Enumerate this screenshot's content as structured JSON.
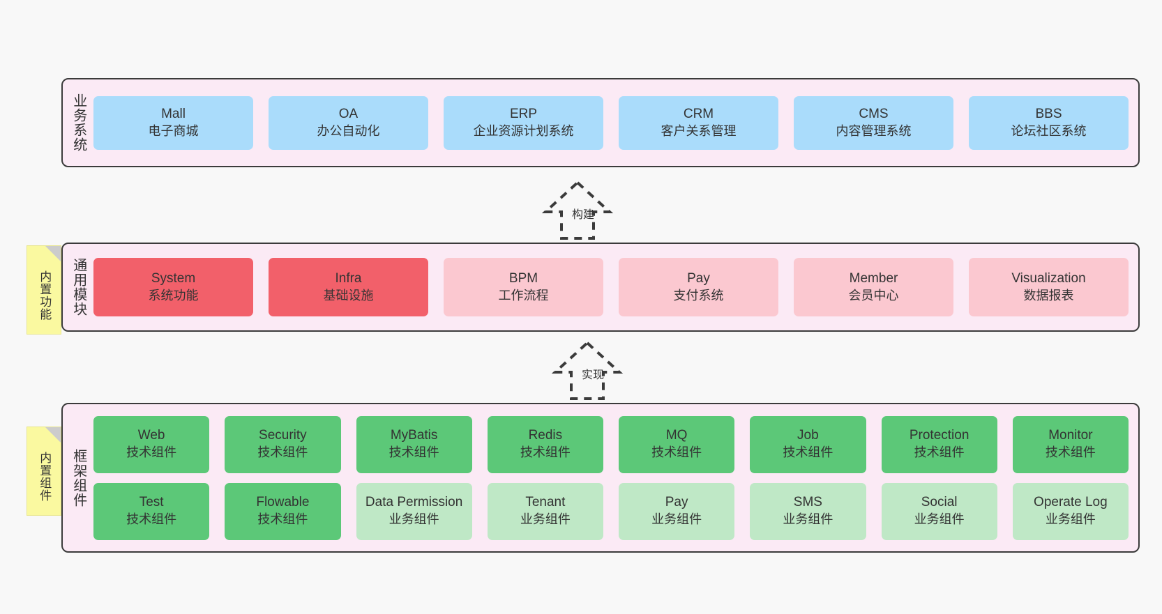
{
  "diagram": {
    "title_layers": [
      "业务系统",
      "通用模块",
      "框架组件"
    ],
    "background": "#f8f8f8",
    "frame_fill": "#fbeaf5",
    "frame_stroke": "#3b3b3b"
  },
  "layer_business": {
    "caption": "业务系统",
    "node_color": "#aadcfb",
    "nodes": [
      {
        "en": "Mall",
        "cn": "电子商城"
      },
      {
        "en": "OA",
        "cn": "办公自动化"
      },
      {
        "en": "ERP",
        "cn": "企业资源计划系统"
      },
      {
        "en": "CRM",
        "cn": "客户关系管理"
      },
      {
        "en": "CMS",
        "cn": "内容管理系统"
      },
      {
        "en": "BBS",
        "cn": "论坛社区系统"
      }
    ]
  },
  "arrow_build": {
    "label": "构建",
    "style": "dashed-generalization-up"
  },
  "layer_module": {
    "caption": "通用模块",
    "note": "内置功能",
    "note_color": "#faf9a0",
    "color_strong": "#f2606a",
    "color_soft": "#fbc8d0",
    "nodes": [
      {
        "en": "System",
        "cn": "系统功能",
        "tone": "strong"
      },
      {
        "en": "Infra",
        "cn": "基础设施",
        "tone": "strong"
      },
      {
        "en": "BPM",
        "cn": "工作流程",
        "tone": "soft"
      },
      {
        "en": "Pay",
        "cn": "支付系统",
        "tone": "soft"
      },
      {
        "en": "Member",
        "cn": "会员中心",
        "tone": "soft"
      },
      {
        "en": "Visualization",
        "cn": "数据报表",
        "tone": "soft"
      }
    ]
  },
  "arrow_implement": {
    "label": "实现",
    "style": "dashed-generalization-up"
  },
  "layer_framework": {
    "caption": "框架组件",
    "note": "内置组件",
    "note_color": "#faf9a0",
    "color_tech": "#5cc878",
    "color_biz": "#bfe8c6",
    "row_tech": [
      {
        "en": "Web",
        "cn": "技术组件"
      },
      {
        "en": "Security",
        "cn": "技术组件"
      },
      {
        "en": "MyBatis",
        "cn": "技术组件"
      },
      {
        "en": "Redis",
        "cn": "技术组件"
      },
      {
        "en": "MQ",
        "cn": "技术组件"
      },
      {
        "en": "Job",
        "cn": "技术组件"
      },
      {
        "en": "Protection",
        "cn": "技术组件"
      },
      {
        "en": "Monitor",
        "cn": "技术组件"
      }
    ],
    "row_biz": [
      {
        "en": "Test",
        "cn": "技术组件",
        "tone": "tech"
      },
      {
        "en": "Flowable",
        "cn": "技术组件",
        "tone": "tech"
      },
      {
        "en": "Data Permission",
        "cn": "业务组件",
        "tone": "biz"
      },
      {
        "en": "Tenant",
        "cn": "业务组件",
        "tone": "biz"
      },
      {
        "en": "Pay",
        "cn": "业务组件",
        "tone": "biz"
      },
      {
        "en": "SMS",
        "cn": "业务组件",
        "tone": "biz"
      },
      {
        "en": "Social",
        "cn": "业务组件",
        "tone": "biz"
      },
      {
        "en": "Operate Log",
        "cn": "业务组件",
        "tone": "biz"
      }
    ]
  }
}
